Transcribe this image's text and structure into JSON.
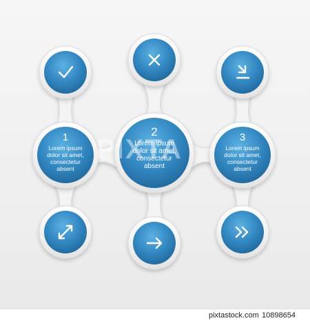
{
  "nodes": [
    {
      "id": "1",
      "text_lines": [
        "Lorem ipsum",
        "dolor sit amet,",
        "consectetur",
        "absent"
      ]
    },
    {
      "id": "2",
      "text_lines": [
        "Lorem ipsum",
        "dolor sit amet,",
        "consectetur",
        "absent"
      ]
    },
    {
      "id": "3",
      "text_lines": [
        "Lorem ipsum",
        "dolor sit amet,",
        "consectetur",
        "absent"
      ]
    }
  ],
  "icons": {
    "top_left": "check-icon",
    "top_center": "close-icon",
    "top_right": "download-icon",
    "bottom_left": "expand-arrows-icon",
    "bottom_center": "arrow-right-icon",
    "bottom_right": "double-chevron-right-icon"
  },
  "colors": {
    "circle_blue": "#2f7fb4",
    "circle_blue_light": "#4ba3d6",
    "ring": "#ffffff",
    "connector": "#f3f3f3"
  },
  "watermark": "PIXTA",
  "footer": {
    "brand": "pixtastock.com",
    "id": "10898654"
  }
}
